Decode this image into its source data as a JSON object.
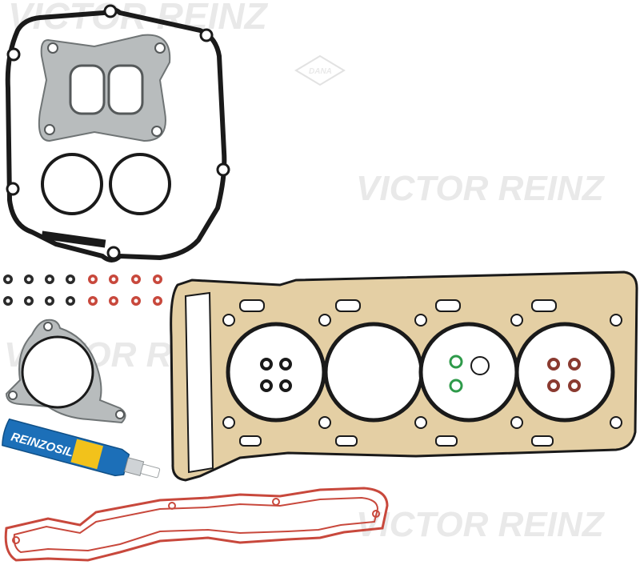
{
  "watermark": {
    "brand": "VICTOR REINZ",
    "logo": "DANA"
  },
  "sealant_tube": {
    "label": "REINZOSIL"
  },
  "colors": {
    "background": "#ffffff",
    "black_rubber": "#1a1a1a",
    "steel": "#b8bcbd",
    "head_gasket": "#e4cfa4",
    "red_seal": "#c8483c",
    "green_seal": "#2e9a4a",
    "tube_blue": "#1c6fb8",
    "watermark": "#e9e9e9"
  }
}
